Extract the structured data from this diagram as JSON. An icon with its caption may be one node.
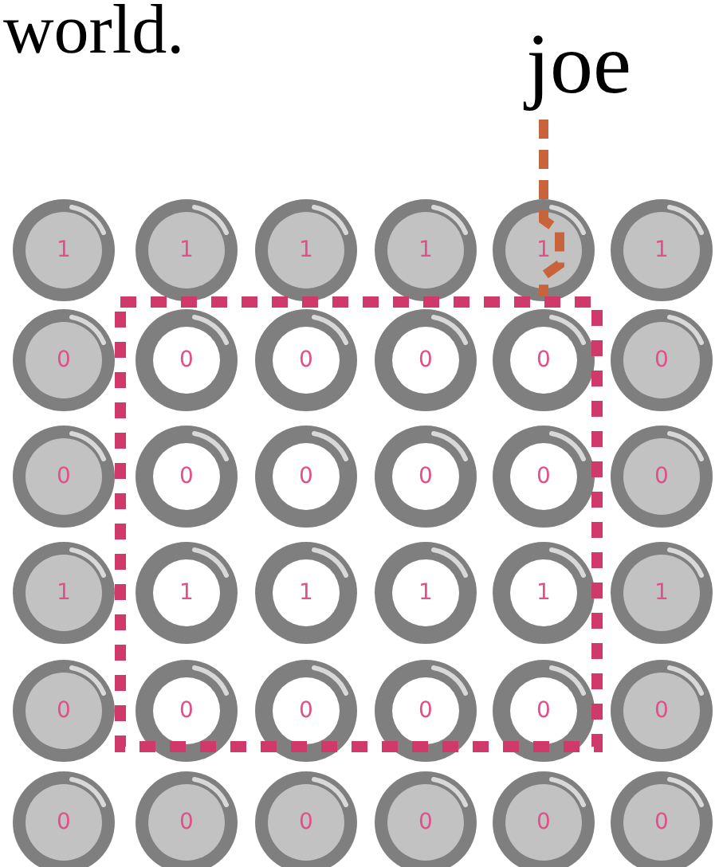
{
  "diagram": {
    "nodes": [
      {
        "text": [
          "joe"
        ]
      },
      {
        "text": [
          "1"
        ]
      },
      {
        "text": [
          "1"
        ]
      },
      {
        "text": [
          "1"
        ]
      },
      {
        "text": [
          "1"
        ]
      },
      {
        "text": [
          "1"
        ]
      },
      {
        "text": [
          "1"
        ]
      },
      {
        "text": [],
        "shape": "box"
      },
      {
        "text": [
          "0"
        ]
      },
      {
        "text": [
          "0"
        ],
        "in": 7
      },
      {
        "text": [
          "0"
        ],
        "in": 7
      },
      {
        "text": [
          "0"
        ],
        "in": 7
      },
      {
        "text": [
          "0"
        ],
        "in": 7
      },
      {
        "text": [
          "0"
        ]
      },
      {
        "text": [
          "0"
        ]
      },
      {
        "text": [
          "0"
        ],
        "in": 7
      },
      {
        "text": [
          "0"
        ],
        "in": 7
      },
      {
        "text": [
          "0"
        ],
        "in": 7
      },
      {
        "text": [
          "0"
        ],
        "in": 7
      },
      {
        "text": [
          "0"
        ]
      },
      {
        "text": [
          "1"
        ]
      },
      {
        "text": [
          "1"
        ],
        "in": 7
      },
      {
        "text": [
          "1"
        ],
        "in": 7
      },
      {
        "text": [
          "1"
        ],
        "in": 7
      },
      {
        "text": [
          "1"
        ],
        "in": 7
      },
      {
        "text": [
          "1"
        ]
      },
      {
        "text": [
          "0"
        ]
      },
      {
        "text": [
          "0"
        ],
        "in": 7
      },
      {
        "text": [
          "0"
        ],
        "in": 7
      },
      {
        "text": [
          "0"
        ],
        "in": 7
      },
      {
        "text": [
          "0"
        ],
        "in": 7
      },
      {
        "text": [
          "0"
        ]
      },
      {
        "text": [
          "0"
        ]
      },
      {
        "text": [
          "0"
        ]
      },
      {
        "text": [
          "0"
        ]
      },
      {
        "text": [
          "0"
        ]
      },
      {
        "text": [
          "0"
        ]
      },
      {
        "text": [
          "0"
        ]
      }
    ],
    "edges": [
      {
        "from": 0,
        "to": 7,
        "arrow": "none",
        "style": "dashed",
        "color": "#c8643c"
      }
    ],
    "labels": [
      "world."
    ]
  }
}
